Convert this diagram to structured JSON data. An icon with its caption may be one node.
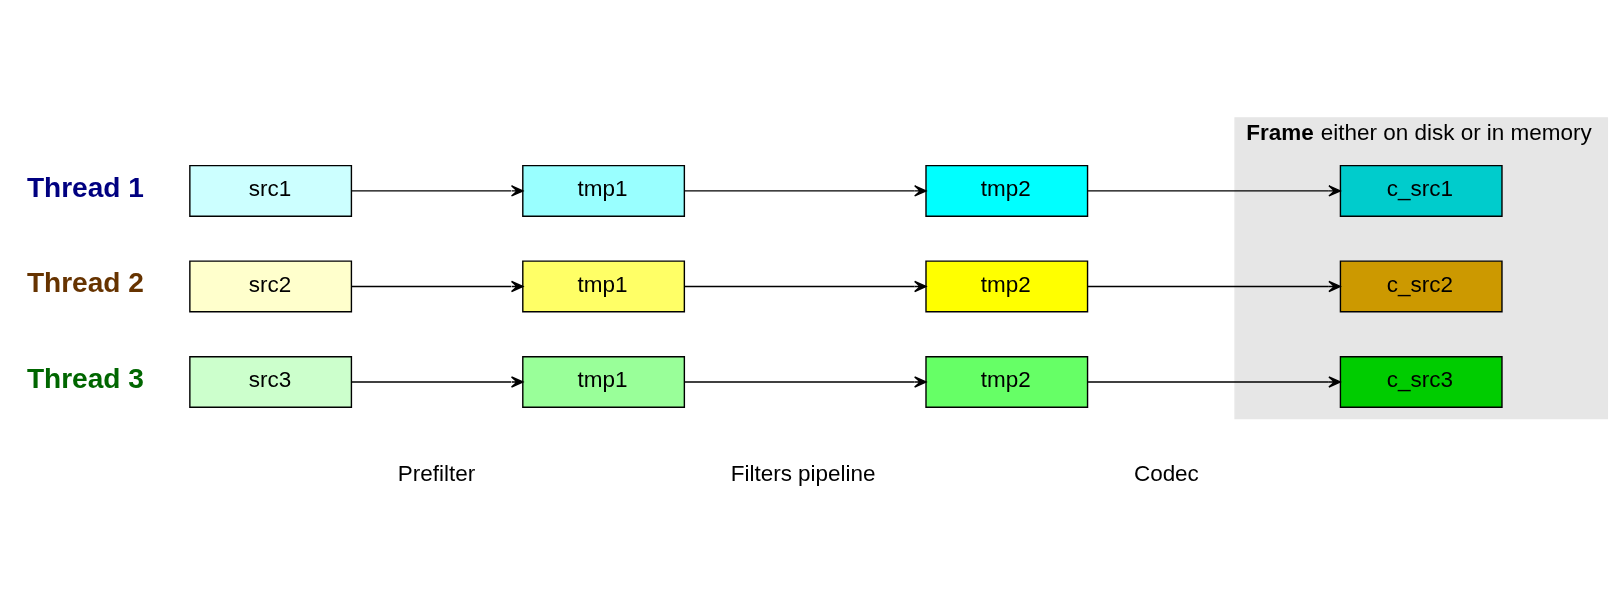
{
  "diagram": {
    "nodes": [
      {
        "text": [
          "**Frame** either on disk or in memory"
        ]
      },
      {
        "text": [
          "src1"
        ]
      },
      {
        "text": [
          "tmp1"
        ]
      },
      {
        "text": [
          "tmp2"
        ]
      },
      {
        "text": [
          "c_src1"
        ],
        "in": 0
      },
      {
        "text": [
          "src2"
        ]
      },
      {
        "text": [
          "tmp1"
        ]
      },
      {
        "text": [
          "tmp2"
        ]
      },
      {
        "text": [
          "c_src2"
        ],
        "in": 0
      },
      {
        "text": [
          "src3"
        ]
      },
      {
        "text": [
          "tmp1"
        ]
      },
      {
        "text": [
          "tmp2"
        ]
      },
      {
        "text": [
          "c_src3"
        ],
        "in": 0
      }
    ],
    "edges": [
      {
        "from": 1,
        "to": 2,
        "arrow": "to"
      },
      {
        "from": 2,
        "to": 3,
        "arrow": "to"
      },
      {
        "from": 3,
        "to": 4,
        "arrow": "to"
      },
      {
        "from": 5,
        "to": 6,
        "arrow": "to"
      },
      {
        "from": 6,
        "to": 7,
        "arrow": "to"
      },
      {
        "from": 7,
        "to": 8,
        "arrow": "to"
      },
      {
        "from": 9,
        "to": 10,
        "arrow": "to"
      },
      {
        "from": 10,
        "to": 11,
        "arrow": "to"
      },
      {
        "from": 11,
        "to": 12,
        "arrow": "to"
      }
    ],
    "labels": [
      "Prefilter",
      "Filters pipeline",
      "Codec",
      "Thread 1",
      "Thread 2",
      "Thread 3"
    ]
  }
}
